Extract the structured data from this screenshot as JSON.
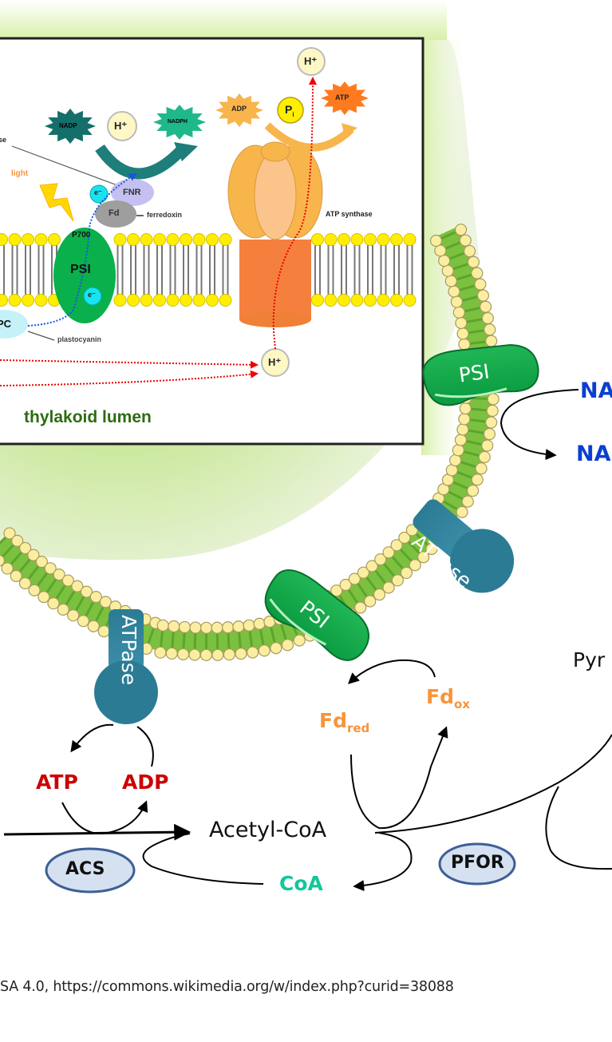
{
  "inset": {
    "region_label": "thylakoid lumen",
    "light_label": "light",
    "nadp_label": "NADP",
    "nadph_label": "NADPH",
    "h_label": "H⁺",
    "fnr_label": "FNR",
    "fd_label": "Fd",
    "ferredoxin_label": "ferredoxin",
    "p700_label": "P700",
    "psi_label": "PSI",
    "electron_label": "e⁻",
    "pc_label": "PC",
    "plastocyanin_label": "plastocyanin",
    "ase_partial_label": "se",
    "adp_label": "ADP",
    "pi_label": "P",
    "pi_sub": "i",
    "atp_label": "ATP",
    "atp_synthase_label": "ATP synthase"
  },
  "main": {
    "psi_top_label": "PSI",
    "psi_mid_label": "PSI",
    "atpase_right_label": "ATPase",
    "atpase_left_label": "ATPase",
    "nadp_partial_top": "NA",
    "nadp_partial_bottom": "NA",
    "pyruvate_partial": "Pyr",
    "fd_red_main": "Fd",
    "fd_red_sub": "red",
    "fd_ox_main": "Fd",
    "fd_ox_sub": "ox",
    "atp_label": "ATP",
    "adp_label": "ADP",
    "acetyl_coa_label": "Acetyl-CoA",
    "coa_label": "CoA",
    "acs_label": "ACS",
    "pfor_label": "PFOR"
  },
  "colors": {
    "nad_blue": "#0b3fd1",
    "fd_orange": "#f7943a",
    "atp_red": "#cc0000",
    "coa_teal": "#12c79a",
    "psi_green": "#0aa64a",
    "atpase_teal": "#2c7b95",
    "lumen_green": "#2e6b12"
  },
  "caption": "SA 4.0, https://commons.wikimedia.org/w/index.php?curid=38088"
}
